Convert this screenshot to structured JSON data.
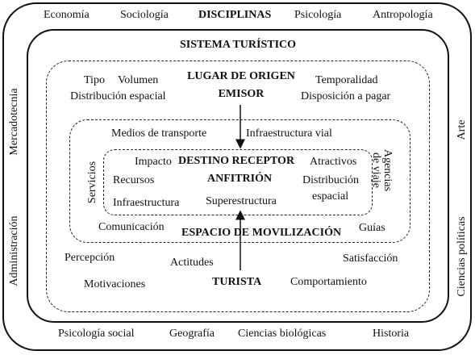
{
  "disciplinas": {
    "title": "DISCIPLINAS",
    "top": [
      "Economía",
      "Sociología",
      "Psicología",
      "Antropología"
    ],
    "bottom": [
      "Psicología social",
      "Geografía",
      "Ciencias biológicas",
      "Historia"
    ],
    "left": [
      "Mercadotecnia",
      "Administración"
    ],
    "right": [
      "Arte",
      "Ciencias políticas"
    ]
  },
  "sistema": {
    "title": "SISTEMA TURÍSTICO"
  },
  "lugar_origen": {
    "title_line1": "LUGAR DE ORIGEN",
    "title_line2": "EMISOR",
    "items": [
      "Tipo",
      "Volumen",
      "Distribución espacial",
      "Temporalidad",
      "Disposición a pagar"
    ]
  },
  "espacio": {
    "title": "ESPACIO DE MOVILIZACIÓN",
    "items": [
      "Medios de transporte",
      "Infraestructura vial",
      "Comunicación",
      "Guías"
    ],
    "servicios": "Servicios",
    "agencias_line1": "Agencias",
    "agencias_line2": "de viaje"
  },
  "destino": {
    "title_line1": "DESTINO RECEPTOR",
    "title_line2": "ANFITRIÓN",
    "items": [
      "Impacto",
      "Atractivos",
      "Recursos",
      "Distribución",
      "espacial",
      "Infraestructura",
      "Superestructura"
    ]
  },
  "turista": {
    "title": "TURISTA",
    "items": [
      "Percepción",
      "Actitudes",
      "Satisfacción",
      "Motivaciones",
      "Comportamiento"
    ]
  }
}
